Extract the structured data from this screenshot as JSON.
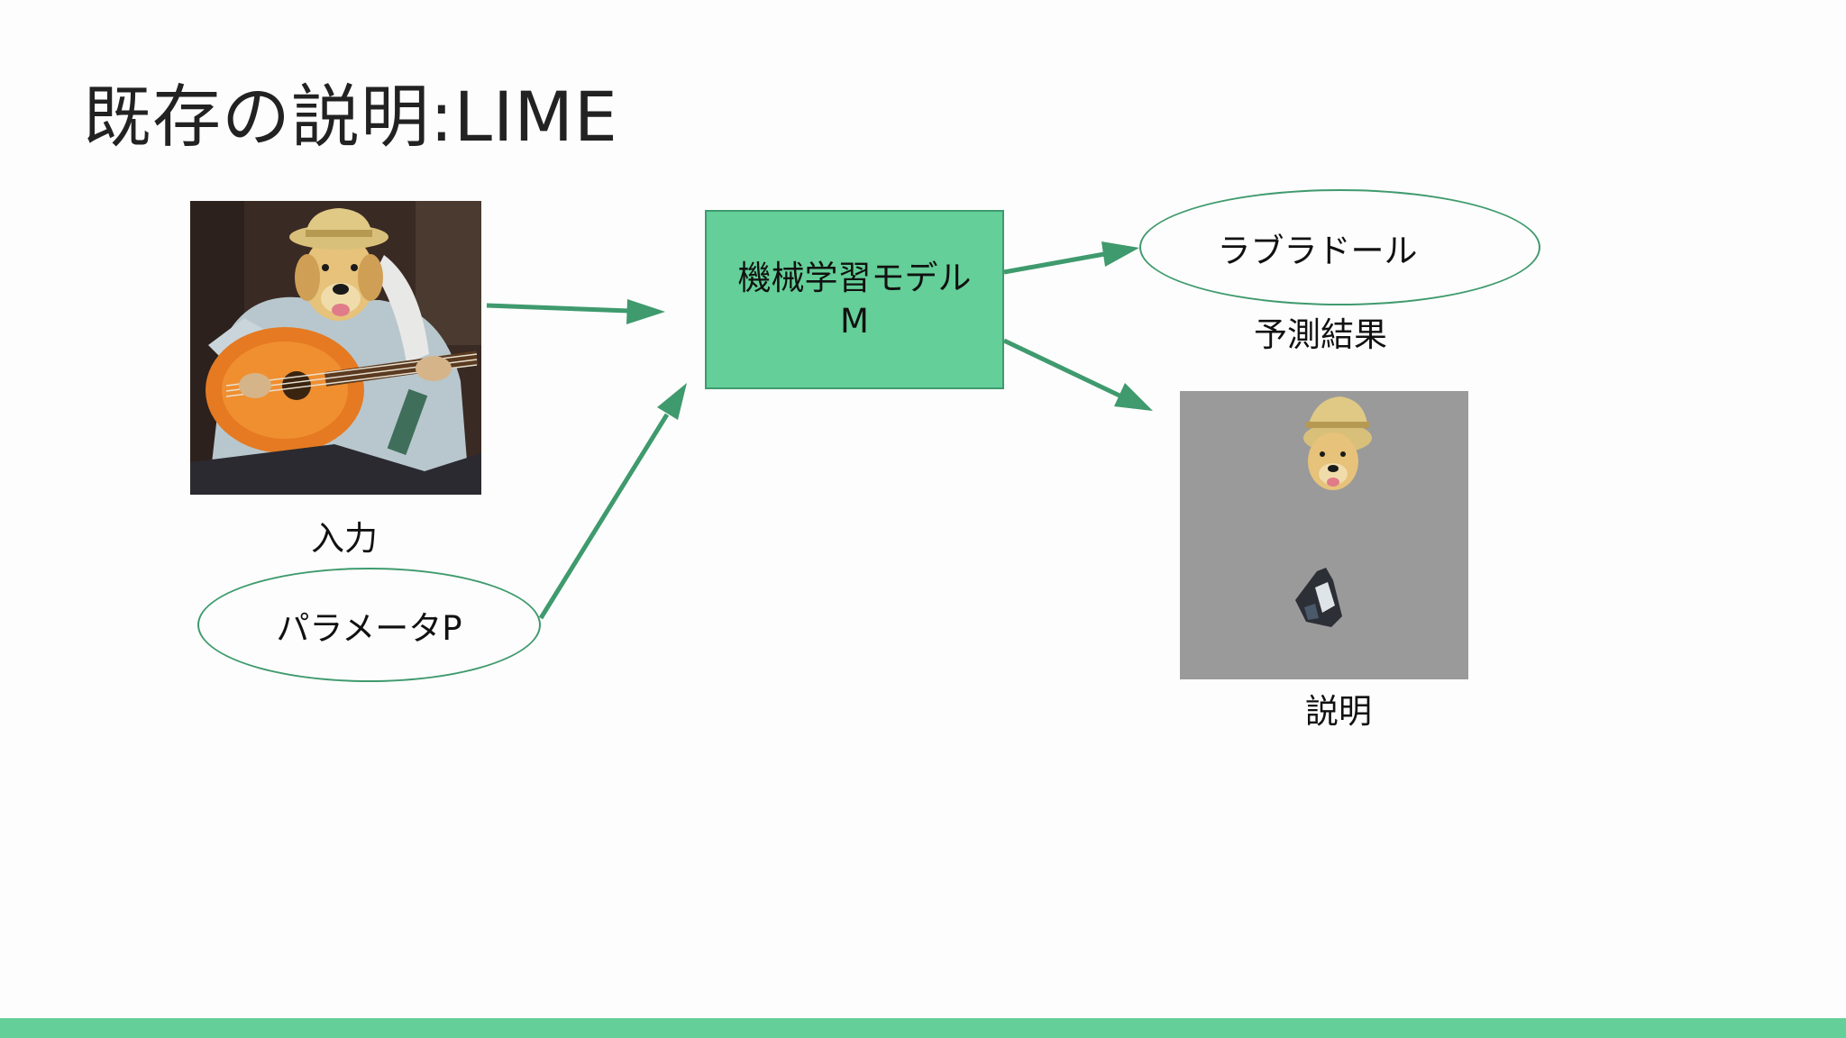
{
  "slide": {
    "title": "既存の説明:LIME"
  },
  "input": {
    "label": "入力"
  },
  "parameter": {
    "label": "パラメータP"
  },
  "model": {
    "line1": "機械学習モデル",
    "line2": "M"
  },
  "prediction": {
    "value": "ラブラドール",
    "caption": "予測結果"
  },
  "explanation": {
    "caption": "説明"
  },
  "colors": {
    "accent": "#64cf98",
    "arrow": "#3f9a6d",
    "explanation_bg": "#9a9a9a"
  }
}
